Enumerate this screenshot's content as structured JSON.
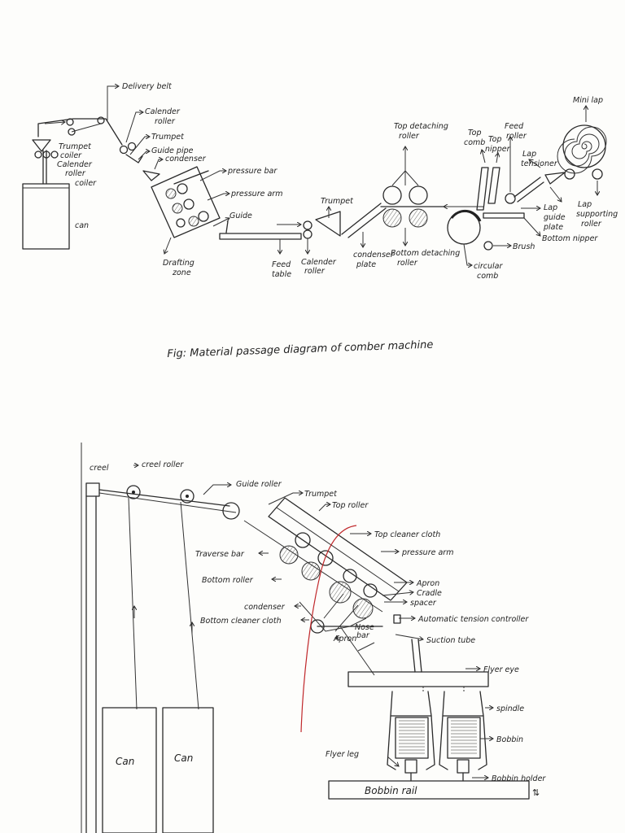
{
  "top_diagram": {
    "caption": "Fig: Material passage diagram of comber machine",
    "labels": {
      "delivery_belt": "Delivery belt",
      "calender_roller_top_1": "Calender",
      "calender_roller_top_2": "roller",
      "trumpet_top": "Trumpet",
      "guide_pipe": "Guide pipe",
      "condenser_top": "condenser",
      "trumpet_left": "Trumpet",
      "coiler_calender_1": "coiler",
      "coiler_calender_2": "Calender",
      "coiler_calender_3": "roller",
      "coiler": "coiler",
      "can": "can",
      "pressure_bar": "pressure bar",
      "pressure_arm": "pressure arm",
      "guide": "Guide",
      "drafting_zone_1": "Drafting",
      "drafting_zone_2": "zone",
      "feed_table_1": "Feed",
      "feed_table_2": "table",
      "calender_roller_mid_1": "Calender",
      "calender_roller_mid_2": "roller",
      "trumpet_mid": "Trumpet",
      "condenser_plate_1": "condenser",
      "condenser_plate_2": "plate",
      "top_detaching_1": "Top detaching",
      "top_detaching_2": "roller",
      "bottom_detaching_1": "Bottom detaching",
      "bottom_detaching_2": "roller",
      "top_comb_1": "Top",
      "top_comb_2": "comb",
      "top_nipper_1": "Top",
      "top_nipper_2": "nipper",
      "feed_roller_1": "Feed",
      "feed_roller_2": "roller",
      "mini_lap": "Mini lap",
      "lap_tensioner_1": "Lap",
      "lap_tensioner_2": "tensioner",
      "lap_guide_1": "Lap",
      "lap_guide_2": "guide",
      "lap_guide_3": "plate",
      "lap_support_1": "Lap",
      "lap_support_2": "supporting",
      "lap_support_3": "roller",
      "bottom_nipper": "Bottom nipper",
      "brush": "Brush",
      "circular_comb_1": "circular",
      "circular_comb_2": "comb"
    }
  },
  "bottom_diagram": {
    "labels": {
      "creel": "creel",
      "creel_roller": "creel roller",
      "guide_roller": "Guide roller",
      "trumpet": "Trumpet",
      "top_roller": "Top roller",
      "top_cleaner_cloth": "Top cleaner cloth",
      "traverse_bar": "Traverse bar",
      "pressure_arm": "pressure arm",
      "bottom_roller": "Bottom roller",
      "apron_top": "Apron",
      "cradle": "Cradle",
      "spacer": "spacer",
      "condenser": "condenser",
      "bottom_cleaner_cloth": "Bottom cleaner cloth",
      "automatic_tension": "Automatic tension controller",
      "nose_bar_1": "Nose",
      "nose_bar_2": "bar",
      "apron_bottom": "Apron",
      "suction_tube": "Suction tube",
      "flyer_eye": "Flyer eye",
      "spindle": "spindle",
      "bobbin": "Bobbin",
      "flyer_leg": "Flyer leg",
      "bobbin_holder": "Bobbin holder",
      "bobbin_rail": "Bobbin rail",
      "can_1": "Can",
      "can_2": "Can"
    }
  }
}
